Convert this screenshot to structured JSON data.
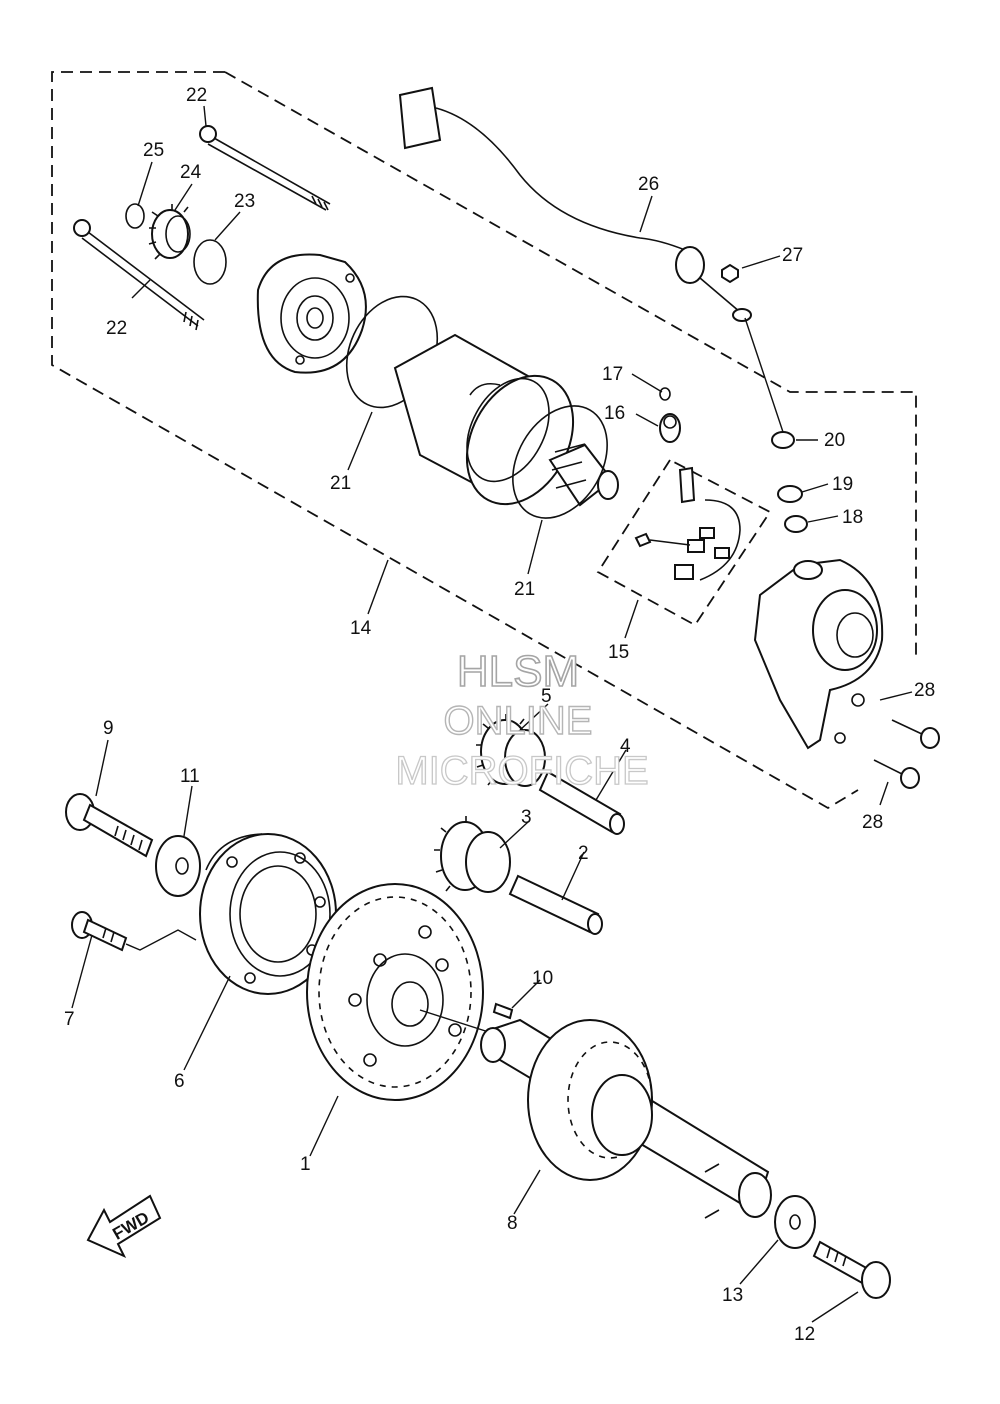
{
  "watermark": {
    "line1": "HLSM",
    "line2": "ONLINE",
    "line3": "MICROFICHE"
  },
  "direction_arrow": {
    "label": "FWD"
  },
  "callouts": {
    "c22a": "22",
    "c22b": "22",
    "c25": "25",
    "c24": "24",
    "c23": "23",
    "c26": "26",
    "c27": "27",
    "c17": "17",
    "c16": "16",
    "c20": "20",
    "c19": "19",
    "c18": "18",
    "c21a": "21",
    "c21b": "21",
    "c14": "14",
    "c15": "15",
    "c28a": "28",
    "c28b": "28",
    "c5": "5",
    "c4": "4",
    "c9": "9",
    "c11": "11",
    "c3": "3",
    "c2": "2",
    "c7": "7",
    "c10": "10",
    "c6": "6",
    "c1": "1",
    "c8": "8",
    "c13": "13",
    "c12": "12"
  }
}
